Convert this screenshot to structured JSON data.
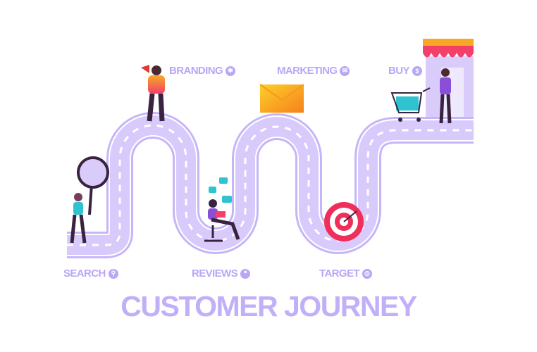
{
  "title": "CUSTOMER JOURNEY",
  "stages": [
    {
      "label": "SEARCH",
      "icon": "search-icon",
      "glyph": "⚲"
    },
    {
      "label": "BRANDING",
      "icon": "brain-icon",
      "glyph": "✱"
    },
    {
      "label": "REVIEWS",
      "icon": "chat-icon",
      "glyph": "❝"
    },
    {
      "label": "MARKETING",
      "icon": "mail-icon",
      "glyph": "✉"
    },
    {
      "label": "TARGET",
      "icon": "target-icon",
      "glyph": "◎"
    },
    {
      "label": "BUY",
      "icon": "dollar-icon",
      "glyph": "$"
    }
  ],
  "colors": {
    "label": "#b9a6f6",
    "road": "#d6c8fb",
    "road_edge": "#c3b2f7",
    "envelope": "#f8b21c",
    "target": "#ef2f5a"
  }
}
